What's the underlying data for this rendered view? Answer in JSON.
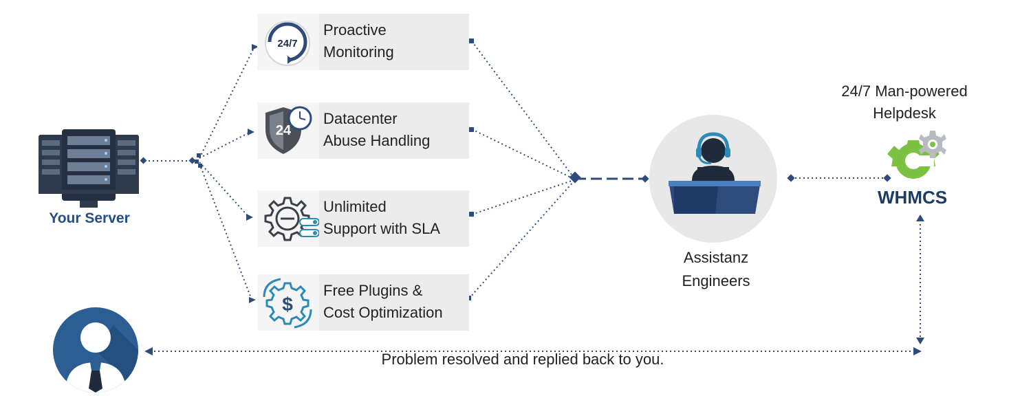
{
  "server": {
    "label": "Your Server",
    "icon": "server-rack-icon"
  },
  "services": [
    {
      "label_line1": "Proactive",
      "label_line2": "Monitoring",
      "icon": "24-7-clock-icon"
    },
    {
      "label_line1": "Datacenter",
      "label_line2": "Abuse Handling",
      "icon": "shield-24-clock-icon"
    },
    {
      "label_line1": "Unlimited",
      "label_line2": "Support with SLA",
      "icon": "gear-toggle-icon"
    },
    {
      "label_line1": "Free Plugins &",
      "label_line2": "Cost Optimization",
      "icon": "dollar-gear-icon"
    }
  ],
  "engineers": {
    "label_line1": "Assistanz",
    "label_line2": "Engineers",
    "icon": "support-agent-icon"
  },
  "helpdesk": {
    "title_line1": "24/7 Man-powered",
    "title_line2": "Helpdesk",
    "logo_text": "WHMCS",
    "logo_icon": "whmcs-gear-icon"
  },
  "customer": {
    "icon": "user-avatar-icon"
  },
  "footer": {
    "text": "Problem resolved and replied back to you."
  },
  "colors": {
    "line": "#2d4c7c",
    "server": "#254e84",
    "gear_green": "#7cc242",
    "whmcs_text": "#1c3c63"
  }
}
